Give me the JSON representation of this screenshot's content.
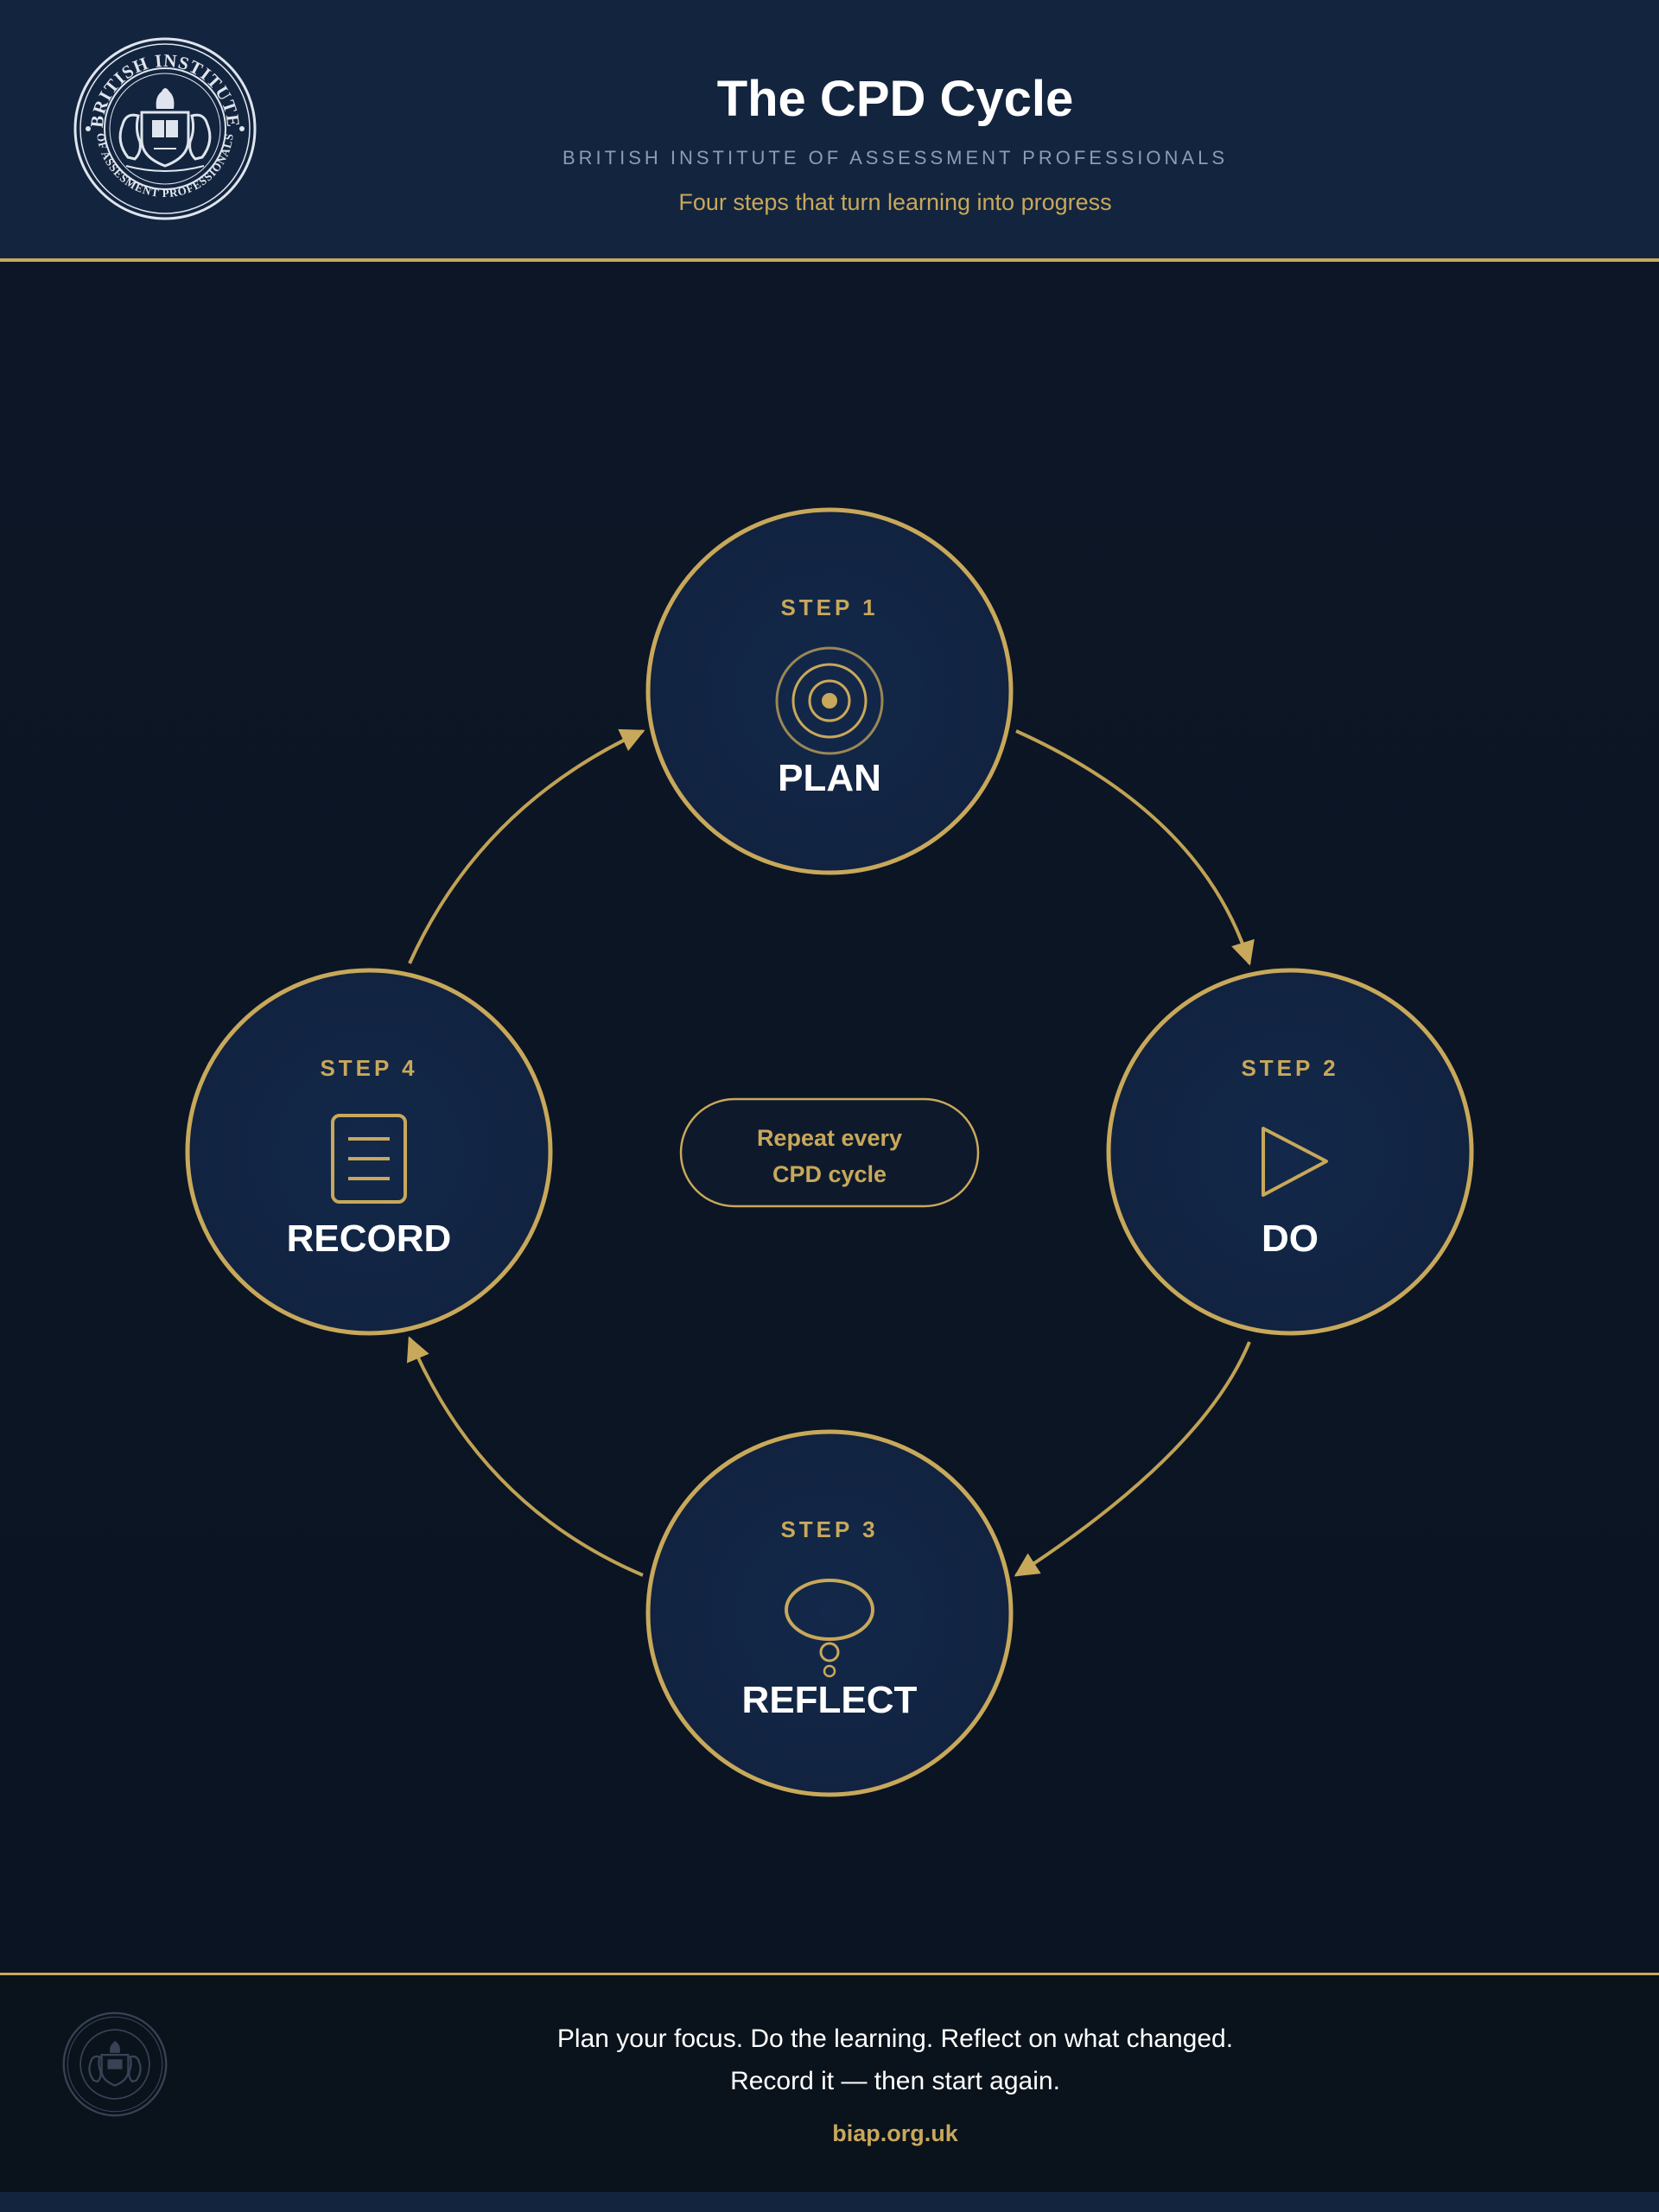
{
  "header": {
    "title": "The CPD Cycle",
    "subtitle": "BRITISH INSTITUTE OF ASSESSMENT PROFESSIONALS",
    "tagline": "Four steps that turn learning into progress"
  },
  "logo": {
    "text_top": "BRITISH INSTITUTE",
    "text_bottom": "OF ASSESMENT PROFESSIONALS"
  },
  "diagram": {
    "center": {
      "line1": "Repeat every",
      "line2": "CPD cycle"
    },
    "steps": [
      {
        "label": "STEP 1",
        "name": "PLAN",
        "icon": "target-icon"
      },
      {
        "label": "STEP 2",
        "name": "DO",
        "icon": "play-icon"
      },
      {
        "label": "STEP 3",
        "name": "REFLECT",
        "icon": "thought-bubble-icon"
      },
      {
        "label": "STEP 4",
        "name": "RECORD",
        "icon": "document-icon"
      }
    ]
  },
  "footer": {
    "line1": "Plan your focus. Do the learning. Reflect on what changed.",
    "line2": "Record it — then start again.",
    "url": "biap.org.uk"
  },
  "colors": {
    "accent": "#c8a85a",
    "navy": "#13243e",
    "background": "#0c1626",
    "text": "#ffffff"
  }
}
